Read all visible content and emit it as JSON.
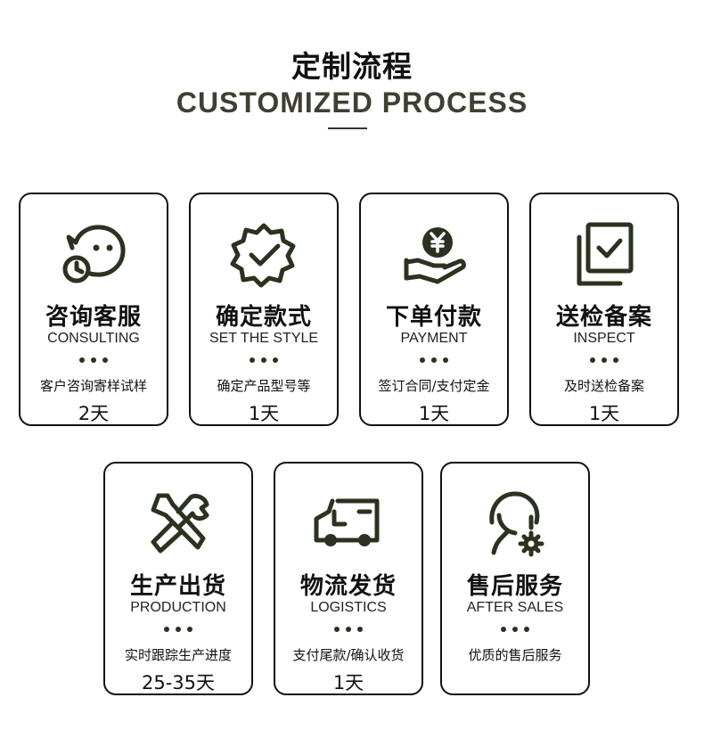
{
  "header": {
    "title_zh": "定制流程",
    "title_en": "CUSTOMIZED PROCESS"
  },
  "colors": {
    "icon": "#2b3320",
    "border": "#111111",
    "heading_en": "#3f3f33"
  },
  "steps": [
    {
      "icon": "chat-clock-icon",
      "name_zh": "咨询客服",
      "name_en": "CONSULTING",
      "desc": "客户咨询寄样试样",
      "days": "2天"
    },
    {
      "icon": "badge-check-icon",
      "name_zh": "确定款式",
      "name_en": "SET THE STYLE",
      "desc": "确定产品型号等",
      "days": "1天"
    },
    {
      "icon": "hand-coin-icon",
      "name_zh": "下单付款",
      "name_en": "PAYMENT",
      "desc": "签订合同/支付定金",
      "days": "1天"
    },
    {
      "icon": "checklist-copy-icon",
      "name_zh": "送检备案",
      "name_en": "INSPECT",
      "desc": "及时送检备案",
      "days": "1天"
    },
    {
      "icon": "tools-icon",
      "name_zh": "生产出货",
      "name_en": "PRODUCTION",
      "desc": "实时跟踪生产进度",
      "days": "25-35天"
    },
    {
      "icon": "truck-icon",
      "name_zh": "物流发货",
      "name_en": "LOGISTICS",
      "desc": "支付尾款/确认收货",
      "days": "1天"
    },
    {
      "icon": "support-agent-icon",
      "name_zh": "售后服务",
      "name_en": "AFTER SALES",
      "desc": "优质的售后服务",
      "days": ""
    }
  ]
}
